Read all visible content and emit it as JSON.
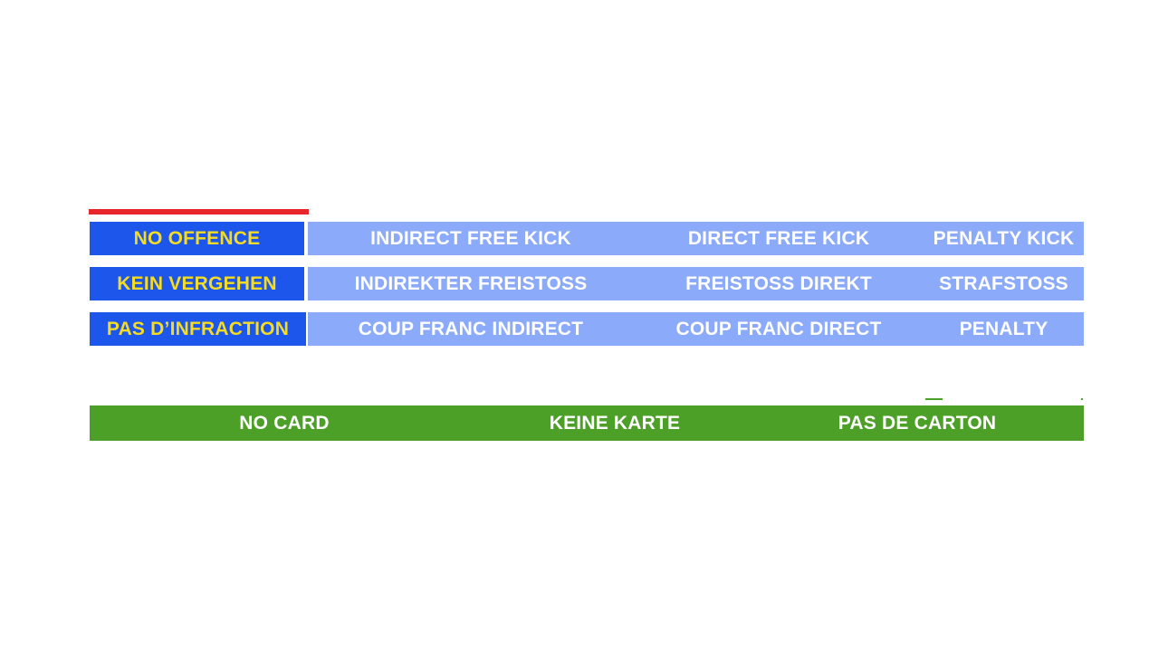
{
  "colors": {
    "accent_red": "#E8252A",
    "label_blue": "#1C56EA",
    "label_yellow": "#F5DC22",
    "band_blue": "#8CAAFA",
    "card_green": "#4CA028",
    "text_white": "#FFFFFF",
    "background": "#FFFFFF"
  },
  "offence_table": {
    "rows": [
      {
        "language": "english",
        "label": "NO OFFENCE",
        "options": [
          "INDIRECT FREE KICK",
          "DIRECT FREE KICK",
          "PENALTY KICK"
        ]
      },
      {
        "language": "german",
        "label": "KEIN VERGEHEN",
        "options": [
          "INDIREKTER FREISTOSS",
          "FREISTOSS DIREKT",
          "STRAFSTOSS"
        ]
      },
      {
        "language": "french",
        "label": "PAS D’INFRACTION",
        "options": [
          "COUP FRANC INDIRECT",
          "COUP FRANC DIRECT",
          "PENALTY"
        ]
      }
    ]
  },
  "card_bar": {
    "cells": [
      "NO CARD",
      "KEINE KARTE",
      "PAS DE CARTON"
    ]
  }
}
